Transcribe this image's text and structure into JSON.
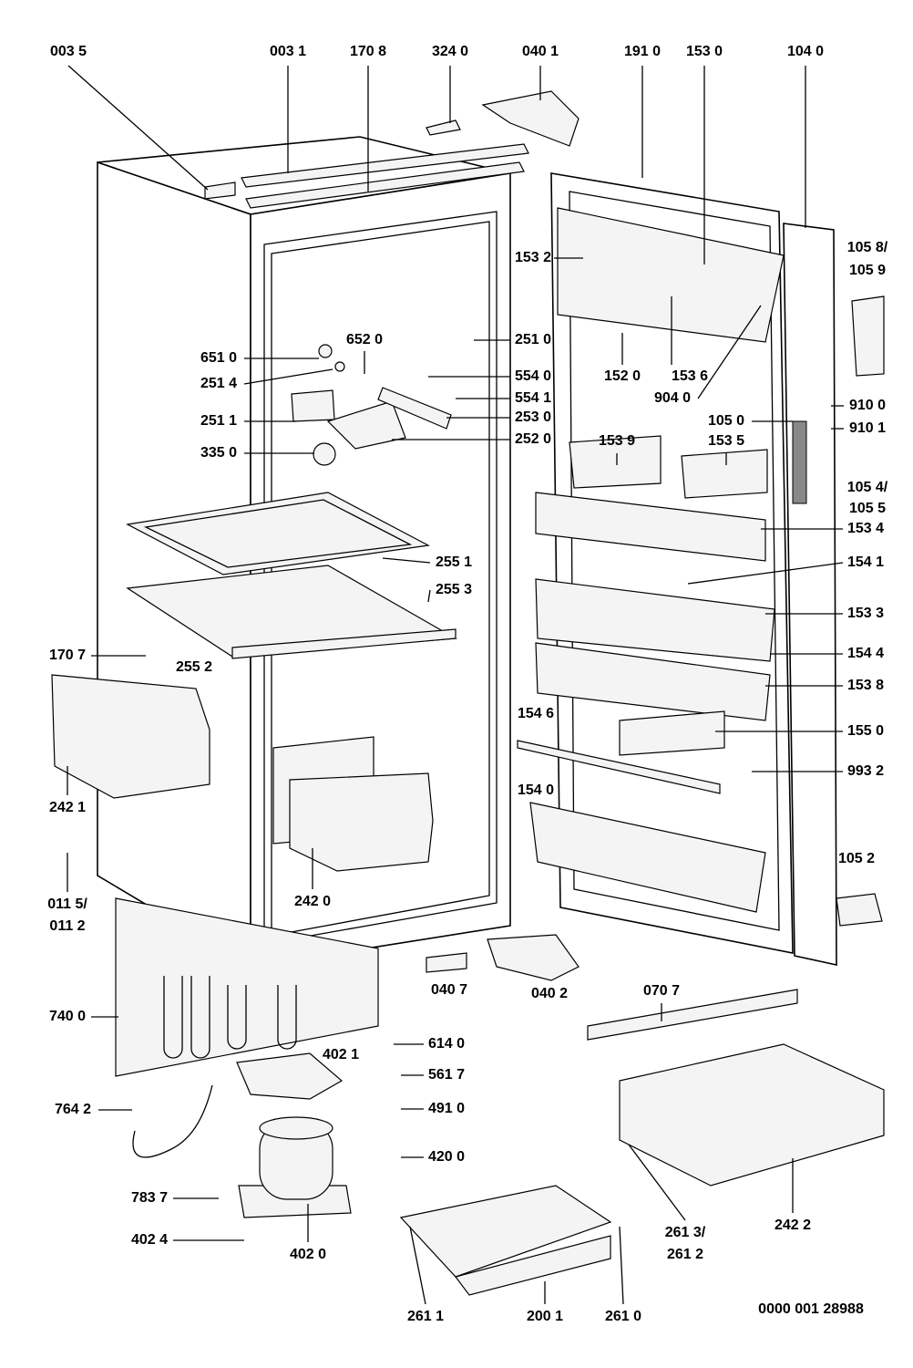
{
  "diagram_type": "exploded parts diagram",
  "labels": {
    "l0035": "003 5",
    "l0031": "003 1",
    "l1708": "170 8",
    "l3240": "324 0",
    "l0401": "040 1",
    "l1910": "191 0",
    "l1530": "153 0",
    "l1040": "104 0",
    "l1532": "153 2",
    "l1058": "105 8/",
    "l1059": "105 9",
    "l2510": "251 0",
    "l6520": "652 0",
    "l6510": "651 0",
    "l2514": "251 4",
    "l5540": "554 0",
    "l1520": "152 0",
    "l1536": "153 6",
    "l9040": "904 0",
    "l5541": "554 1",
    "l9100": "910 0",
    "l2511": "251 1",
    "l2530": "253 0",
    "l1050": "105 0",
    "l9101": "910 1",
    "l1539": "153 9",
    "l2520": "252 0",
    "l1535": "153 5",
    "l3350": "335 0",
    "l1054": "105 4/",
    "l1055": "105 5",
    "l1534": "153 4",
    "l2551": "255 1",
    "l1541": "154 1",
    "l2553": "255 3",
    "l1533": "153 3",
    "l1707": "170 7",
    "l2552": "255 2",
    "l1544": "154 4",
    "l1538": "153 8",
    "l1546": "154 6",
    "l1550": "155 0",
    "l2421": "242 1",
    "l9932": "993 2",
    "l1540": "154 0",
    "l1052": "105 2",
    "l0115": "011 5/",
    "l0112": "011 2",
    "l2420": "242 0",
    "l0707": "070 7",
    "l0407": "040 7",
    "l0402": "040 2",
    "l7400": "740 0",
    "l6140": "614 0",
    "l4021": "402 1",
    "l5617": "561 7",
    "l4910": "491 0",
    "l7642": "764 2",
    "l4200": "420 0",
    "l7837": "783 7",
    "l2613": "261 3/",
    "l2612": "261 2",
    "l2422": "242 2",
    "l4024": "402 4",
    "l4020": "402 0",
    "l2611": "261 1",
    "l2001": "200 1",
    "l2610": "261 0"
  },
  "drawing_number": "0000 001 28988"
}
